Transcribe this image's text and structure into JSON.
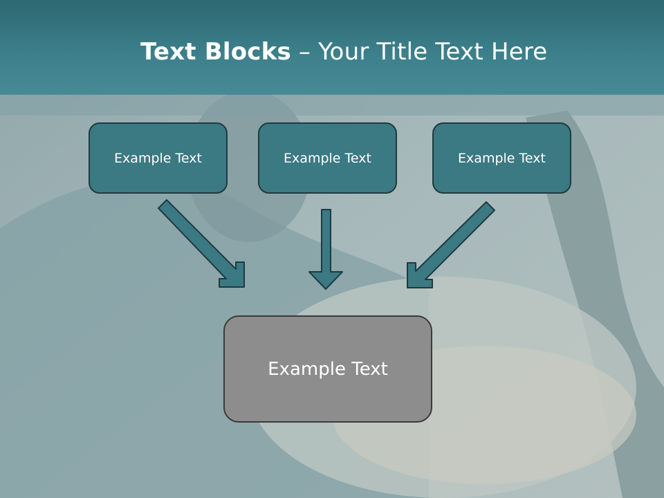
{
  "slide": {
    "title_bold": "Text Blocks",
    "title_dash": " – ",
    "title_rest": "Your Title Text Here",
    "blocks": [
      {
        "label": "Example Text"
      },
      {
        "label": "Example Text"
      },
      {
        "label": "Example Text"
      }
    ],
    "main_block": {
      "label": "Example Text"
    }
  },
  "colors": {
    "title_bar": "#3d818c",
    "block_fill": "#3b7983",
    "main_block_fill": "#8d8d8d",
    "arrow_fill": "#3b7983"
  }
}
